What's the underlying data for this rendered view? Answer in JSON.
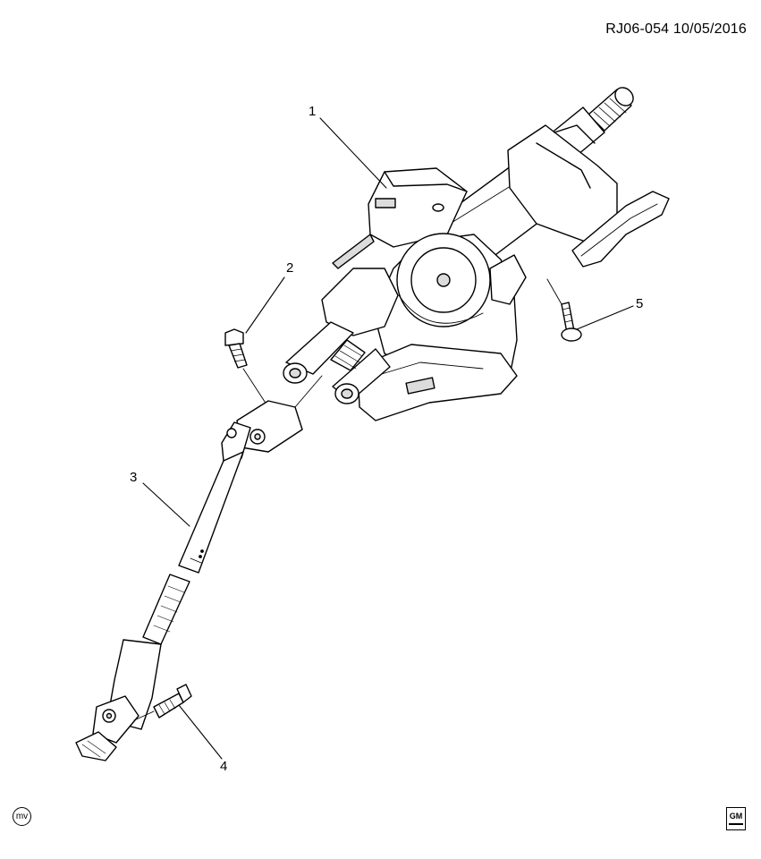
{
  "header": {
    "reference": "RJ06-054  10/05/2016"
  },
  "callouts": [
    {
      "id": "1",
      "label": "1"
    },
    {
      "id": "2",
      "label": "2"
    },
    {
      "id": "3",
      "label": "3"
    },
    {
      "id": "4",
      "label": "4"
    },
    {
      "id": "5",
      "label": "5"
    }
  ],
  "footer": {
    "left_mark": "mv",
    "brand_mark": "GM"
  },
  "colors": {
    "line": "#000000",
    "fill": "#ffffff",
    "shade": "#dcdcdc"
  }
}
